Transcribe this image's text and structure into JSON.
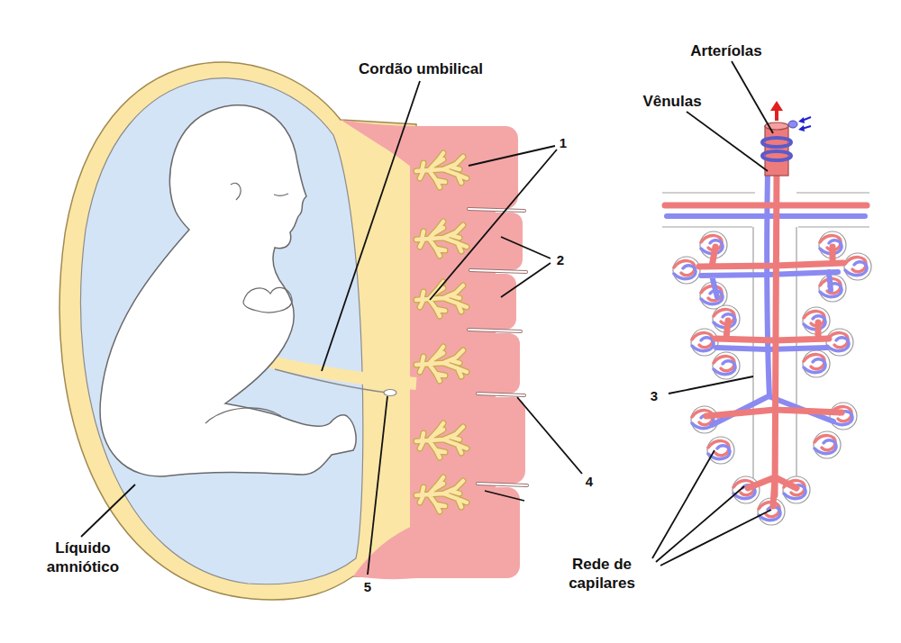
{
  "diagram": {
    "labels": [
      "Cordão umbilical",
      "Arteríolas",
      "Vênulas",
      "1",
      "2",
      "3",
      "4",
      "5",
      "Líquido amniótico",
      "Rede de capilares"
    ]
  }
}
